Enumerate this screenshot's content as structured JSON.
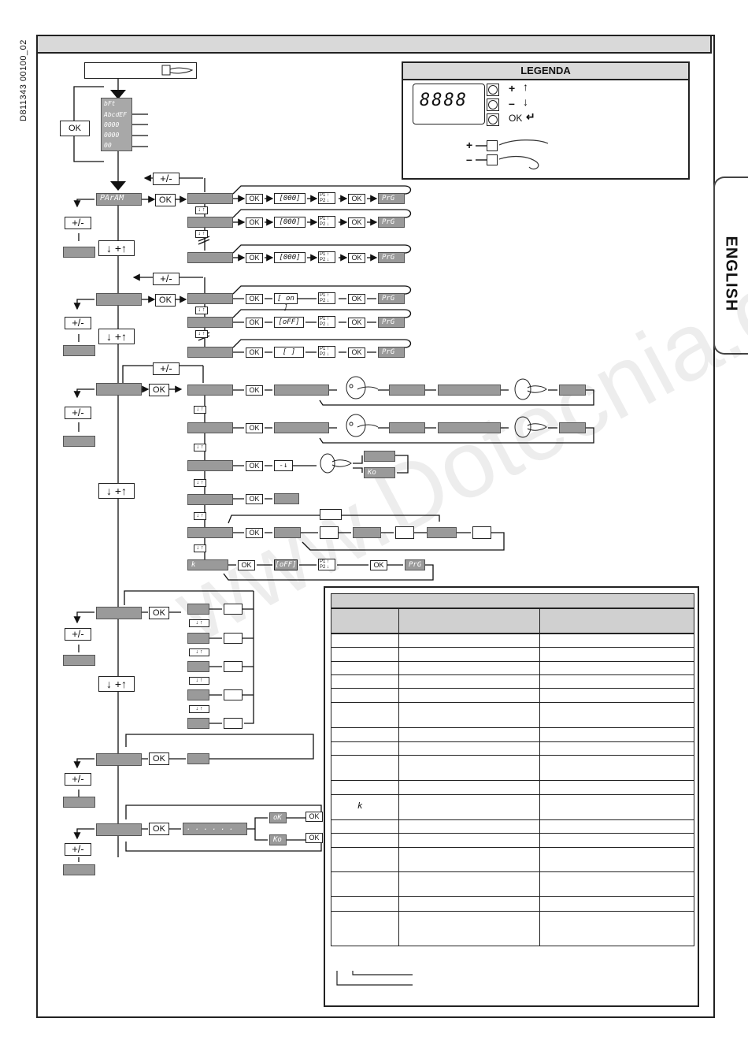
{
  "document": {
    "code": "D811343 00100_02",
    "side_tab": "ENGLISH",
    "watermark": "www.Dotecnia.cl"
  },
  "legend": {
    "title": "LEGENDA",
    "display": "8888",
    "plus_label": "+",
    "minus_label": "–",
    "ok_label": "OK",
    "arrow_up": "↑",
    "arrow_down": "↓",
    "arrow_back": "↵",
    "hand_plus": "+",
    "hand_minus": "–"
  },
  "menu": {
    "top_ok": "OK",
    "display_lines": [
      "bFt",
      "AbcdEF",
      "0000",
      "0000",
      "00"
    ],
    "param_label": "PArAM",
    "ok": "OK",
    "plus_minus": "+/-",
    "down_up": "↓ +↑",
    "value_000": "[000]",
    "value_on": "[ on ]",
    "value_off": "[oFF]",
    "value_blank": "[    ]",
    "prg": "PrG",
    "ok_result": "oK",
    "ko_result": "Ko",
    "k_symbol": "k",
    "dots": ". . .     . . .",
    "arrow_small": "-↓"
  },
  "table": {
    "k_cell": "k"
  },
  "icons": {
    "arrow": "arrow-right-icon",
    "hand": "hand-press-icon",
    "remote": "remote-control-icon"
  }
}
